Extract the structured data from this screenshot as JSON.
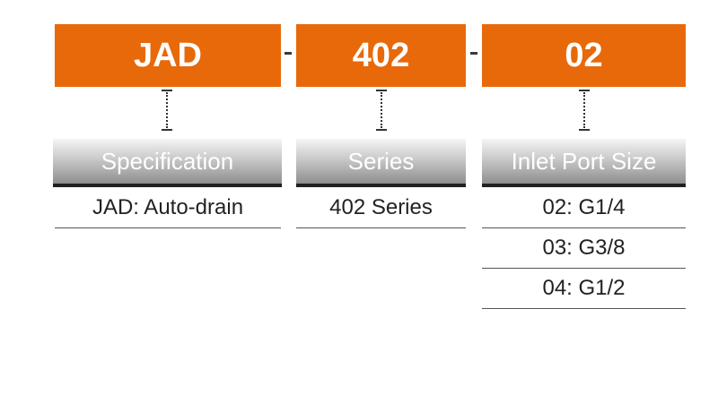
{
  "colors": {
    "code_box": "#e8690a",
    "code_text": "#ffffff",
    "header_text": "#ffffff",
    "body_text": "#222222"
  },
  "separator": "-",
  "columns": [
    {
      "code": "JAD",
      "header": "Specification",
      "options": [
        "JAD: Auto-drain"
      ]
    },
    {
      "code": "402",
      "header": "Series",
      "options": [
        "402 Series"
      ]
    },
    {
      "code": "02",
      "header": "Inlet Port Size",
      "options": [
        "02: G1/4",
        "03: G3/8",
        "04: G1/2"
      ]
    }
  ]
}
